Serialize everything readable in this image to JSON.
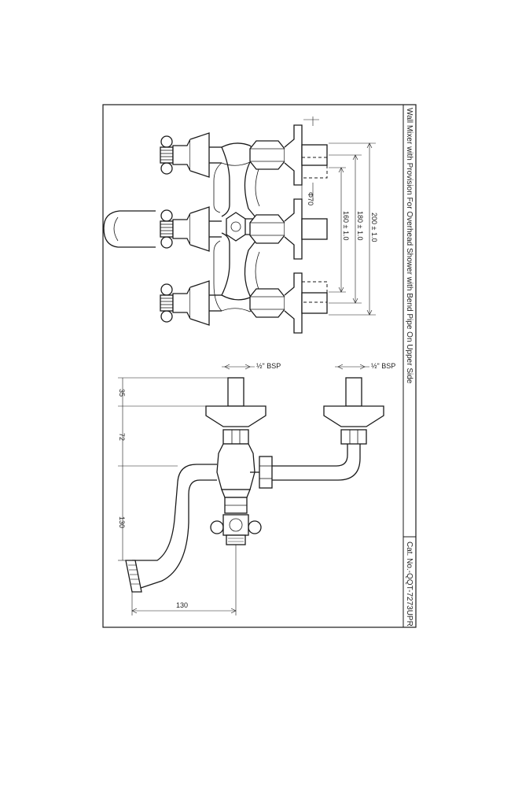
{
  "title_block": {
    "description": "Wall Mixer with Provision For Overhead Shower with Bend Pipe On Upper Side",
    "catalog": "Cat. No.-QQT-7273UPR"
  },
  "top_view": {
    "dim_200": "200 ± 1.0",
    "dim_180": "180 ± 1.0",
    "dim_160": "160 ± 1.0",
    "dim_phi70": "Φ70"
  },
  "side_view": {
    "bsp_left": "½\" BSP",
    "bsp_right": "½\" BSP",
    "dim_35": "35",
    "dim_72": "72",
    "dim_130_vertical": "130",
    "dim_130_horizontal": "130"
  }
}
